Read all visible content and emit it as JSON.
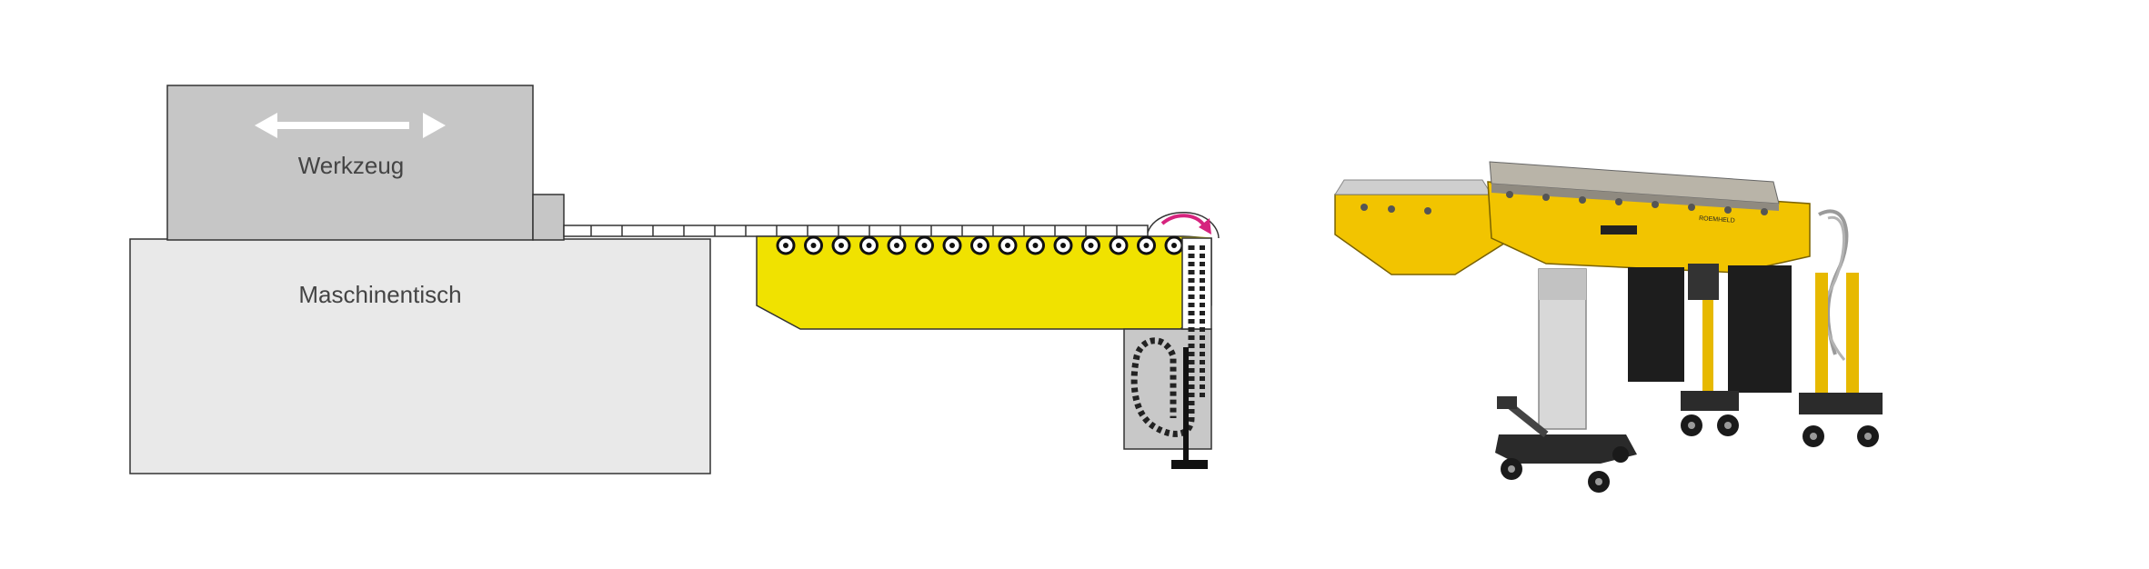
{
  "diagram": {
    "tool_label": "Werkzeug",
    "table_label": "Maschinentisch"
  },
  "photo": {
    "brand_label": "ROEMHELD"
  },
  "colors": {
    "yellow": "#f0e200",
    "photo_yellow": "#f2c400",
    "tool_gray": "#c6c6c6",
    "table_gray": "#e9e9e9",
    "arrow_magenta": "#d6237e"
  },
  "icons": [
    "double-arrow-icon",
    "rotation-arrow-icon"
  ]
}
